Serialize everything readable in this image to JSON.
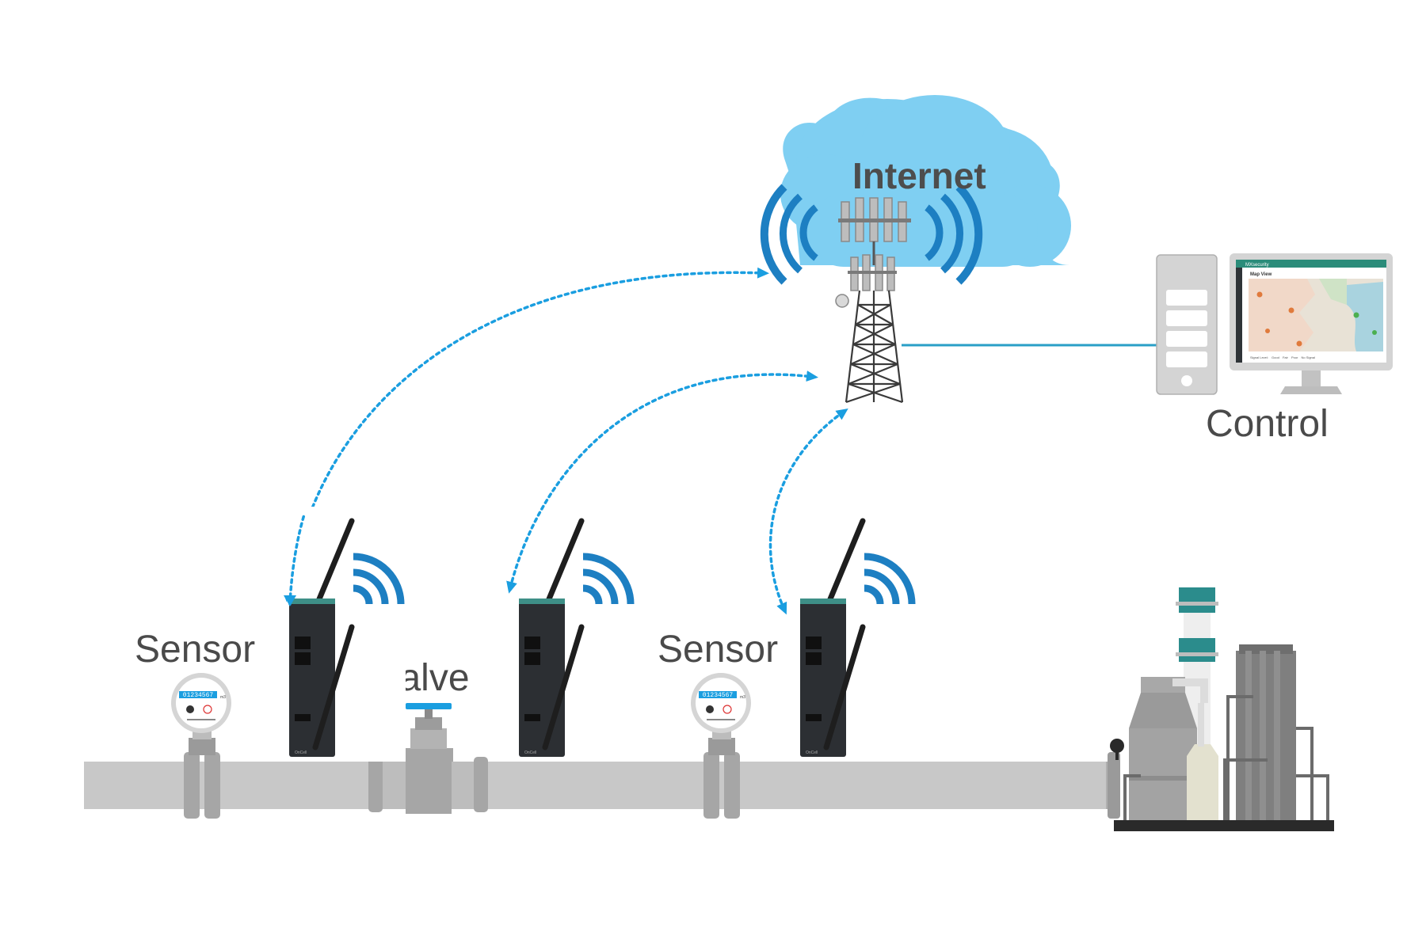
{
  "diagram": {
    "type": "iot-pipeline-cellular-network",
    "colors": {
      "cloud": "#7fcff2",
      "signal": "#1d7fc2",
      "dotted_link": "#1a9ee0",
      "wired_link": "#2a9fc7",
      "pipe": "#c8c8c8",
      "pipe_flange": "#a6a6a6",
      "gateway": "#2c2f33",
      "gateway_accent": "#3e8f87",
      "valve_handle": "#1a9ee0",
      "plant_teal": "#2b8c8c",
      "text": "#4a4a4a"
    },
    "nodes": {
      "cloud": {
        "label": "Internet",
        "icon": "cloud-icon"
      },
      "tower": {
        "icon": "cell-tower-icon"
      },
      "control": {
        "label": "Control",
        "icon": "computer-icon",
        "screen": {
          "app_title": "MXsecurity",
          "view_title": "Map View",
          "legend": [
            "Signal Level:",
            "Good",
            "Fair",
            "Poor",
            "No Signal"
          ]
        }
      },
      "sensors": [
        {
          "label": "Sensor",
          "display": "01234567",
          "unit": "m3"
        },
        {
          "label": "Sensor",
          "display": "01234567",
          "unit": "m3"
        }
      ],
      "valve": {
        "label": "Valve"
      },
      "gateways": [
        {
          "model": "OnCell"
        },
        {
          "model": "OnCell"
        },
        {
          "model": "OnCell"
        }
      ],
      "plant": {
        "icon": "industrial-plant-icon"
      }
    },
    "links": [
      {
        "from": "gateway-1",
        "to": "tower",
        "style": "dotted-bidirectional"
      },
      {
        "from": "gateway-2",
        "to": "tower",
        "style": "dotted-bidirectional"
      },
      {
        "from": "gateway-3",
        "to": "tower",
        "style": "dotted-bidirectional"
      },
      {
        "from": "tower",
        "to": "control",
        "style": "solid"
      }
    ]
  }
}
